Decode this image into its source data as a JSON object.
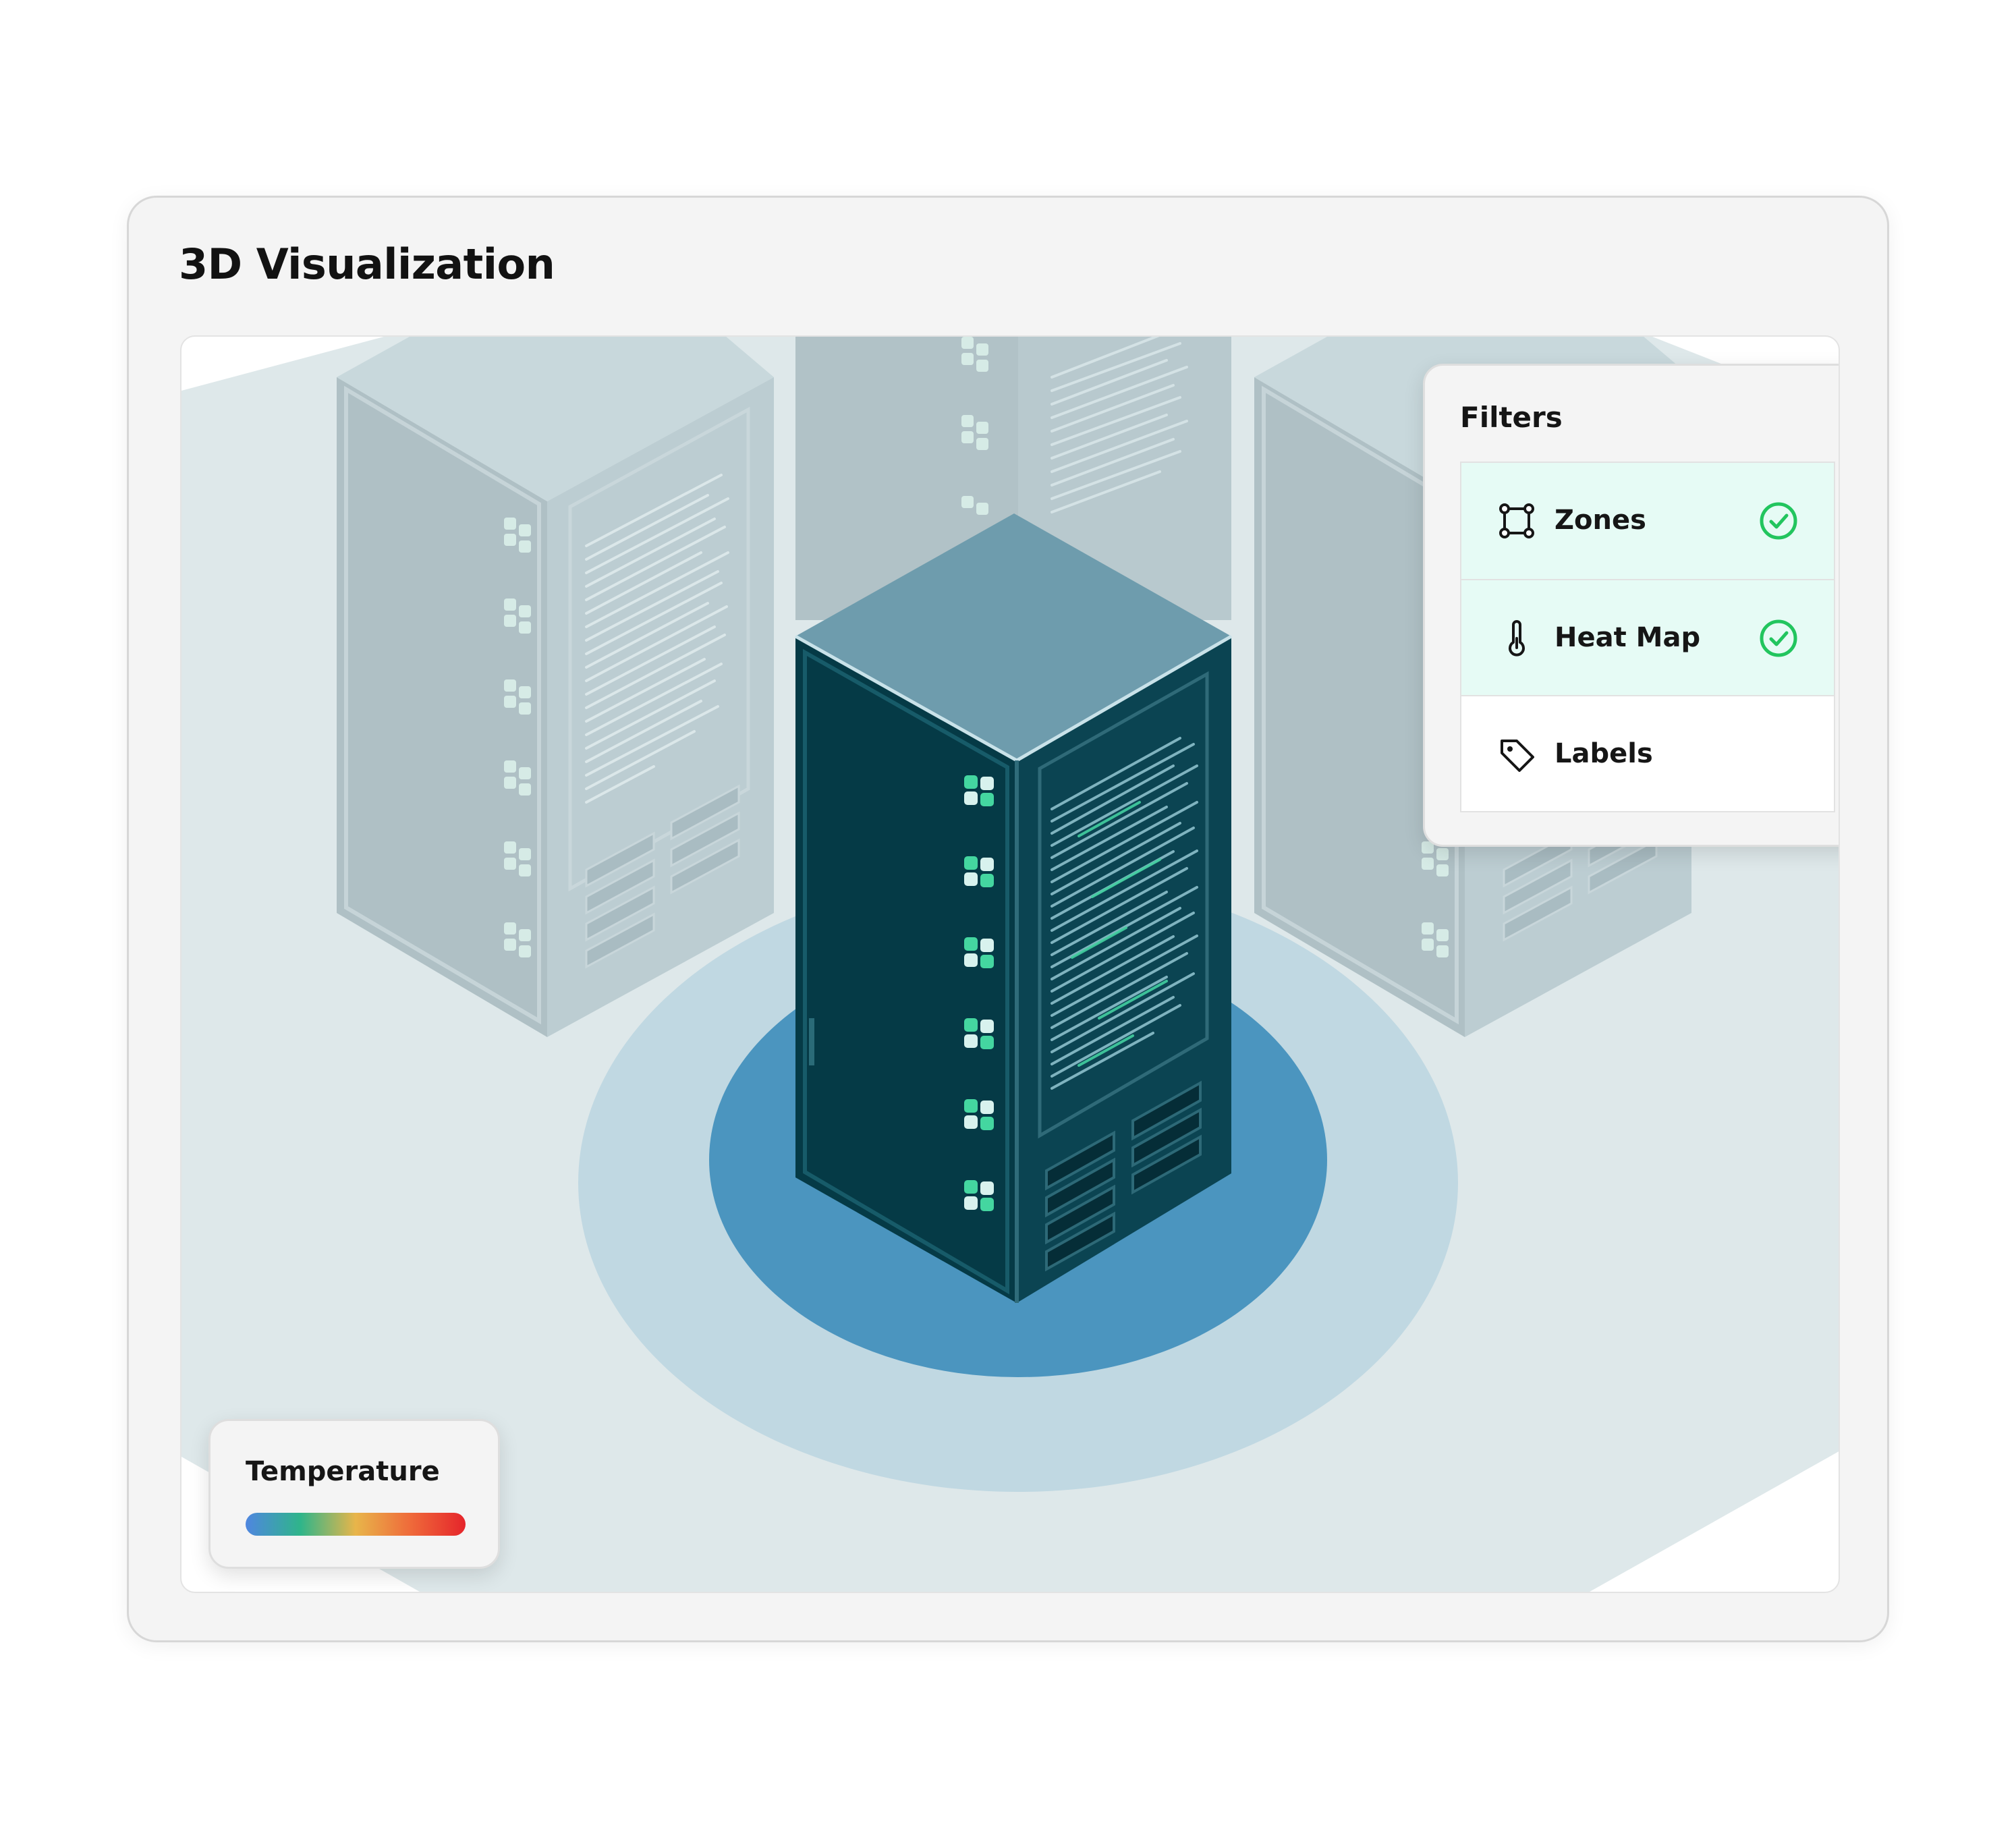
{
  "card": {
    "title": "3D Visualization"
  },
  "filters": {
    "title": "Filters",
    "items": [
      {
        "label": "Zones",
        "icon": "zones-icon",
        "checked": true
      },
      {
        "label": "Heat Map",
        "icon": "thermometer-icon",
        "checked": true
      },
      {
        "label": "Labels",
        "icon": "tag-icon",
        "checked": false
      }
    ]
  },
  "legend": {
    "title": "Temperature",
    "gradient": [
      "#4f86e0",
      "#2fb58a",
      "#e8b54a",
      "#ef6a3a",
      "#e5252b"
    ]
  },
  "colors": {
    "accent_check": "#22c55e",
    "active_row": "#e6fbf5",
    "rack_dark": "#063b47",
    "rack_top": "#6e9cad",
    "heat_inner": "#4b95bf",
    "heat_outer": "#c0d8e2",
    "floor": "#dee8ea",
    "led": "#44d6a0"
  }
}
